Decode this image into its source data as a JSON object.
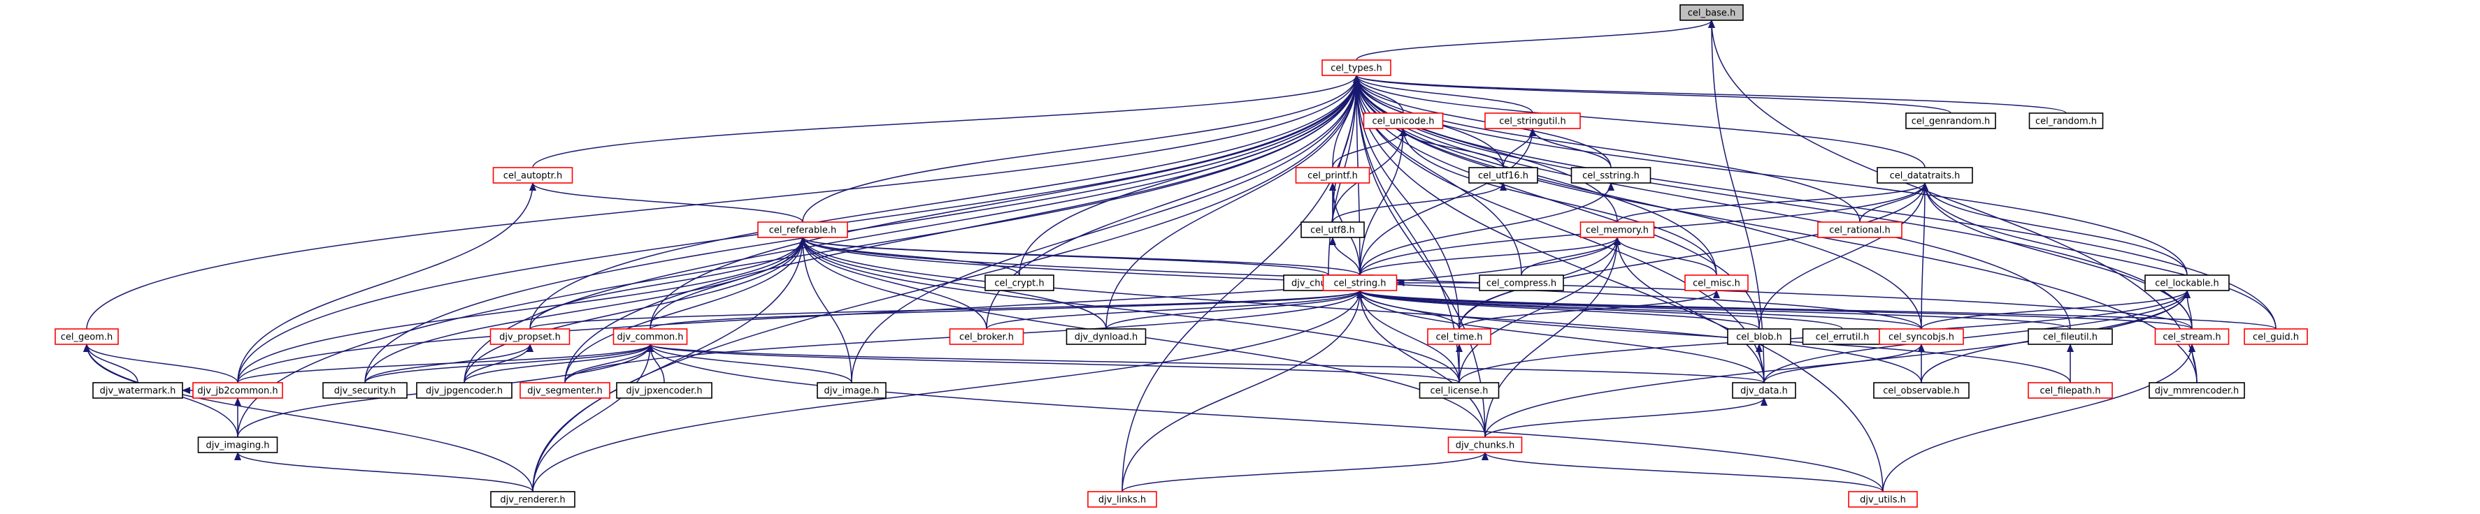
{
  "diagram": {
    "title": "",
    "colors": {
      "edge": "#191970",
      "red_border": "#ff0000",
      "black_border": "#000000",
      "root_fill": "#bfbfbf"
    },
    "nodes": [
      {
        "id": "cel_base",
        "label": "cel_base.h",
        "style": "gray"
      },
      {
        "id": "cel_types",
        "label": "cel_types.h",
        "style": "red"
      },
      {
        "id": "cel_unicode",
        "label": "cel_unicode.h",
        "style": "red"
      },
      {
        "id": "cel_stringutil",
        "label": "cel_stringutil.h",
        "style": "red"
      },
      {
        "id": "cel_genrandom",
        "label": "cel_genrandom.h",
        "style": "black"
      },
      {
        "id": "cel_random",
        "label": "cel_random.h",
        "style": "black"
      },
      {
        "id": "cel_autoptr",
        "label": "cel_autoptr.h",
        "style": "red"
      },
      {
        "id": "cel_printf",
        "label": "cel_printf.h",
        "style": "red"
      },
      {
        "id": "cel_utf16",
        "label": "cel_utf16.h",
        "style": "black"
      },
      {
        "id": "cel_sstring",
        "label": "cel_sstring.h",
        "style": "black"
      },
      {
        "id": "cel_datatraits",
        "label": "cel_datatraits.h",
        "style": "black"
      },
      {
        "id": "cel_referable",
        "label": "cel_referable.h",
        "style": "red"
      },
      {
        "id": "cel_utf8",
        "label": "cel_utf8.h",
        "style": "black"
      },
      {
        "id": "cel_memory",
        "label": "cel_memory.h",
        "style": "red"
      },
      {
        "id": "cel_rational",
        "label": "cel_rational.h",
        "style": "red"
      },
      {
        "id": "cel_crypt",
        "label": "cel_crypt.h",
        "style": "black"
      },
      {
        "id": "djv_chunkdiag",
        "label": "djv_chunkdiag.h",
        "style": "black"
      },
      {
        "id": "cel_string",
        "label": "cel_string.h",
        "style": "red"
      },
      {
        "id": "cel_compress",
        "label": "cel_compress.h",
        "style": "black"
      },
      {
        "id": "cel_misc",
        "label": "cel_misc.h",
        "style": "red"
      },
      {
        "id": "cel_lockable",
        "label": "cel_lockable.h",
        "style": "black"
      },
      {
        "id": "cel_geom",
        "label": "cel_geom.h",
        "style": "red"
      },
      {
        "id": "djv_propset",
        "label": "djv_propset.h",
        "style": "red"
      },
      {
        "id": "djv_common",
        "label": "djv_common.h",
        "style": "red"
      },
      {
        "id": "cel_broker",
        "label": "cel_broker.h",
        "style": "red"
      },
      {
        "id": "djv_dynload",
        "label": "djv_dynload.h",
        "style": "black"
      },
      {
        "id": "cel_time",
        "label": "cel_time.h",
        "style": "red"
      },
      {
        "id": "cel_blob",
        "label": "cel_blob.h",
        "style": "black"
      },
      {
        "id": "cel_errutil",
        "label": "cel_errutil.h",
        "style": "black"
      },
      {
        "id": "cel_syncobjs",
        "label": "cel_syncobjs.h",
        "style": "red"
      },
      {
        "id": "cel_fileutil",
        "label": "cel_fileutil.h",
        "style": "black"
      },
      {
        "id": "cel_stream",
        "label": "cel_stream.h",
        "style": "red"
      },
      {
        "id": "cel_guid",
        "label": "cel_guid.h",
        "style": "red"
      },
      {
        "id": "djv_watermark",
        "label": "djv_watermark.h",
        "style": "black"
      },
      {
        "id": "djv_jb2common",
        "label": "djv_jb2common.h",
        "style": "red"
      },
      {
        "id": "djv_security",
        "label": "djv_security.h",
        "style": "black"
      },
      {
        "id": "djv_jpgencoder",
        "label": "djv_jpgencoder.h",
        "style": "black"
      },
      {
        "id": "djv_segmenter",
        "label": "djv_segmenter.h",
        "style": "red"
      },
      {
        "id": "djv_jpxencoder",
        "label": "djv_jpxencoder.h",
        "style": "black"
      },
      {
        "id": "djv_image",
        "label": "djv_image.h",
        "style": "black"
      },
      {
        "id": "cel_license",
        "label": "cel_license.h",
        "style": "black"
      },
      {
        "id": "djv_data",
        "label": "djv_data.h",
        "style": "black"
      },
      {
        "id": "cel_observable",
        "label": "cel_observable.h",
        "style": "black"
      },
      {
        "id": "cel_filepath",
        "label": "cel_filepath.h",
        "style": "red"
      },
      {
        "id": "djv_mmrencoder",
        "label": "djv_mmrencoder.h",
        "style": "black"
      },
      {
        "id": "djv_imaging",
        "label": "djv_imaging.h",
        "style": "black"
      },
      {
        "id": "djv_chunks",
        "label": "djv_chunks.h",
        "style": "red"
      },
      {
        "id": "djv_renderer",
        "label": "djv_renderer.h",
        "style": "black"
      },
      {
        "id": "djv_links",
        "label": "djv_links.h",
        "style": "red"
      },
      {
        "id": "djv_utils",
        "label": "djv_utils.h",
        "style": "red"
      }
    ],
    "edges": [
      [
        "cel_types",
        "cel_base"
      ],
      [
        "djv_data",
        "cel_base"
      ],
      [
        "djv_mmrencoder",
        "cel_base"
      ],
      [
        "cel_unicode",
        "cel_types"
      ],
      [
        "cel_stringutil",
        "cel_types"
      ],
      [
        "cel_genrandom",
        "cel_types"
      ],
      [
        "cel_random",
        "cel_types"
      ],
      [
        "cel_autoptr",
        "cel_types"
      ],
      [
        "cel_printf",
        "cel_types"
      ],
      [
        "cel_utf16",
        "cel_types"
      ],
      [
        "cel_sstring",
        "cel_types"
      ],
      [
        "cel_datatraits",
        "cel_types"
      ],
      [
        "cel_referable",
        "cel_types"
      ],
      [
        "cel_utf8",
        "cel_types"
      ],
      [
        "cel_memory",
        "cel_types"
      ],
      [
        "cel_rational",
        "cel_types"
      ],
      [
        "cel_crypt",
        "cel_types"
      ],
      [
        "djv_chunkdiag",
        "cel_types"
      ],
      [
        "cel_string",
        "cel_types"
      ],
      [
        "cel_compress",
        "cel_types"
      ],
      [
        "cel_misc",
        "cel_types"
      ],
      [
        "cel_lockable",
        "cel_types"
      ],
      [
        "cel_geom",
        "cel_types"
      ],
      [
        "djv_propset",
        "cel_types"
      ],
      [
        "djv_common",
        "cel_types"
      ],
      [
        "cel_broker",
        "cel_types"
      ],
      [
        "djv_dynload",
        "cel_types"
      ],
      [
        "cel_time",
        "cel_types"
      ],
      [
        "cel_blob",
        "cel_types"
      ],
      [
        "cel_syncobjs",
        "cel_types"
      ],
      [
        "cel_fileutil",
        "cel_types"
      ],
      [
        "cel_stream",
        "cel_types"
      ],
      [
        "cel_guid",
        "cel_types"
      ],
      [
        "djv_jb2common",
        "cel_types"
      ],
      [
        "djv_security",
        "cel_types"
      ],
      [
        "djv_jpgencoder",
        "cel_types"
      ],
      [
        "djv_segmenter",
        "cel_types"
      ],
      [
        "djv_image",
        "cel_types"
      ],
      [
        "cel_license",
        "cel_types"
      ],
      [
        "djv_data",
        "cel_types"
      ],
      [
        "djv_mmrencoder",
        "cel_types"
      ],
      [
        "djv_imaging",
        "cel_types"
      ],
      [
        "djv_chunks",
        "cel_types"
      ],
      [
        "djv_renderer",
        "cel_types"
      ],
      [
        "djv_links",
        "cel_types"
      ],
      [
        "djv_utils",
        "cel_types"
      ],
      [
        "cel_printf",
        "cel_unicode"
      ],
      [
        "cel_utf16",
        "cel_unicode"
      ],
      [
        "cel_utf8",
        "cel_unicode"
      ],
      [
        "cel_string",
        "cel_unicode"
      ],
      [
        "cel_misc",
        "cel_unicode"
      ],
      [
        "cel_utf16",
        "cel_stringutil"
      ],
      [
        "cel_sstring",
        "cel_stringutil"
      ],
      [
        "cel_string",
        "cel_stringutil"
      ],
      [
        "cel_referable",
        "cel_autoptr"
      ],
      [
        "djv_jb2common",
        "cel_autoptr"
      ],
      [
        "cel_utf8",
        "cel_printf"
      ],
      [
        "cel_string",
        "cel_printf"
      ],
      [
        "cel_utf8",
        "cel_utf16"
      ],
      [
        "cel_string",
        "cel_sstring"
      ],
      [
        "cel_rational",
        "cel_datatraits"
      ],
      [
        "cel_memory",
        "cel_datatraits"
      ],
      [
        "cel_string",
        "cel_datatraits"
      ],
      [
        "cel_blob",
        "cel_datatraits"
      ],
      [
        "cel_syncobjs",
        "cel_datatraits"
      ],
      [
        "cel_lockable",
        "cel_datatraits"
      ],
      [
        "cel_stream",
        "cel_datatraits"
      ],
      [
        "cel_guid",
        "cel_datatraits"
      ],
      [
        "cel_time",
        "cel_datatraits"
      ],
      [
        "cel_crypt",
        "cel_referable"
      ],
      [
        "djv_chunkdiag",
        "cel_referable"
      ],
      [
        "cel_string",
        "cel_referable"
      ],
      [
        "djv_propset",
        "cel_referable"
      ],
      [
        "djv_common",
        "cel_referable"
      ],
      [
        "cel_broker",
        "cel_referable"
      ],
      [
        "djv_dynload",
        "cel_referable"
      ],
      [
        "djv_jb2common",
        "cel_referable"
      ],
      [
        "djv_security",
        "cel_referable"
      ],
      [
        "djv_jpgencoder",
        "cel_referable"
      ],
      [
        "djv_segmenter",
        "cel_referable"
      ],
      [
        "djv_image",
        "cel_referable"
      ],
      [
        "cel_license",
        "cel_referable"
      ],
      [
        "cel_observable",
        "cel_referable"
      ],
      [
        "djv_chunks",
        "cel_referable"
      ],
      [
        "djv_renderer",
        "cel_referable"
      ],
      [
        "cel_stream",
        "cel_referable"
      ],
      [
        "cel_syncobjs",
        "cel_referable"
      ],
      [
        "cel_string",
        "cel_utf8"
      ],
      [
        "cel_string",
        "cel_memory"
      ],
      [
        "cel_compress",
        "cel_memory"
      ],
      [
        "cel_misc",
        "cel_memory"
      ],
      [
        "cel_time",
        "cel_memory"
      ],
      [
        "djv_data",
        "cel_memory"
      ],
      [
        "cel_license",
        "cel_memory"
      ],
      [
        "djv_chunks",
        "cel_memory"
      ],
      [
        "djv_jb2common",
        "cel_memory"
      ],
      [
        "cel_compress",
        "cel_string"
      ],
      [
        "djv_propset",
        "cel_string"
      ],
      [
        "djv_common",
        "cel_string"
      ],
      [
        "cel_broker",
        "cel_string"
      ],
      [
        "djv_dynload",
        "cel_string"
      ],
      [
        "cel_time",
        "cel_string"
      ],
      [
        "cel_blob",
        "cel_string"
      ],
      [
        "cel_errutil",
        "cel_string"
      ],
      [
        "cel_syncobjs",
        "cel_string"
      ],
      [
        "cel_fileutil",
        "cel_string"
      ],
      [
        "cel_stream",
        "cel_string"
      ],
      [
        "cel_guid",
        "cel_string"
      ],
      [
        "cel_license",
        "cel_string"
      ],
      [
        "djv_data",
        "cel_string"
      ],
      [
        "cel_filepath",
        "cel_string"
      ],
      [
        "djv_chunks",
        "cel_string"
      ],
      [
        "djv_links",
        "cel_string"
      ],
      [
        "djv_renderer",
        "cel_string"
      ],
      [
        "djv_segmenter",
        "cel_string"
      ],
      [
        "cel_time",
        "cel_misc"
      ],
      [
        "cel_syncobjs",
        "cel_lockable"
      ],
      [
        "cel_stream",
        "cel_lockable"
      ],
      [
        "cel_observable",
        "cel_lockable"
      ],
      [
        "djv_data",
        "cel_lockable"
      ],
      [
        "djv_chunks",
        "cel_lockable"
      ],
      [
        "cel_license",
        "cel_lockable"
      ],
      [
        "djv_watermark",
        "cel_geom"
      ],
      [
        "djv_jb2common",
        "cel_geom"
      ],
      [
        "djv_imaging",
        "cel_geom"
      ],
      [
        "djv_renderer",
        "cel_geom"
      ],
      [
        "djv_jb2common",
        "djv_common"
      ],
      [
        "djv_security",
        "djv_common"
      ],
      [
        "djv_jpgencoder",
        "djv_common"
      ],
      [
        "djv_segmenter",
        "djv_common"
      ],
      [
        "djv_jpxencoder",
        "djv_common"
      ],
      [
        "djv_image",
        "djv_common"
      ],
      [
        "djv_imaging",
        "djv_common"
      ],
      [
        "djv_renderer",
        "djv_common"
      ],
      [
        "djv_utils",
        "djv_common"
      ],
      [
        "cel_license",
        "djv_common"
      ],
      [
        "djv_data",
        "djv_common"
      ],
      [
        "cel_license",
        "cel_time"
      ],
      [
        "djv_security",
        "djv_propset"
      ],
      [
        "djv_jpgencoder",
        "djv_propset"
      ],
      [
        "djv_data",
        "cel_blob"
      ],
      [
        "cel_observable",
        "cel_syncobjs"
      ],
      [
        "djv_data",
        "cel_syncobjs"
      ],
      [
        "cel_filepath",
        "cel_fileutil"
      ],
      [
        "djv_mmrencoder",
        "cel_stream"
      ],
      [
        "djv_utils",
        "cel_stream"
      ],
      [
        "djv_chunks",
        "djv_data"
      ],
      [
        "djv_links",
        "djv_chunks"
      ],
      [
        "djv_utils",
        "djv_chunks"
      ],
      [
        "djv_renderer",
        "djv_imaging"
      ],
      [
        "djv_imaging",
        "djv_jb2common"
      ],
      [
        "djv_jb2common",
        "djv_watermark"
      ]
    ]
  }
}
